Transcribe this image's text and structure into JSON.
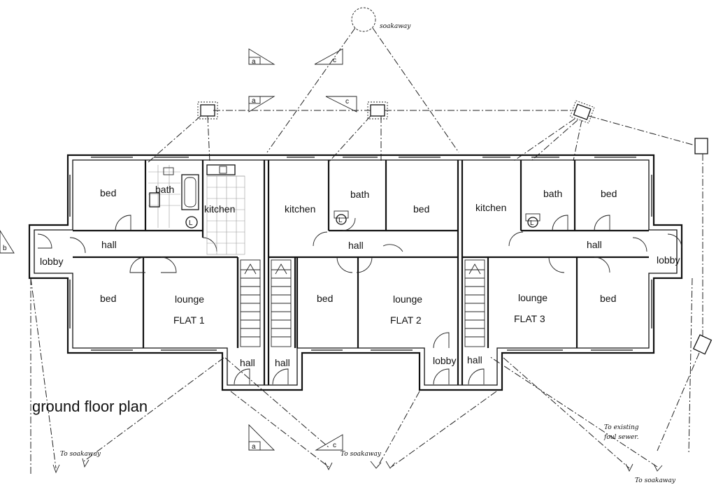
{
  "title": "ground floor plan",
  "rooms": {
    "flat1": {
      "flat_label": "FLAT 1",
      "bed_top": "bed",
      "bath": "bath",
      "kitchen": "kitchen",
      "hall": "hall",
      "lobby": "lobby",
      "bed_bottom": "bed",
      "lounge": "lounge",
      "stair_hall": "hall"
    },
    "flat2": {
      "flat_label": "FLAT 2",
      "kitchen": "kitchen",
      "bath": "bath",
      "bed_top": "bed",
      "hall": "hall",
      "bed_bottom": "bed",
      "lounge": "lounge",
      "stair_hall": "hall",
      "lobby": "lobby"
    },
    "flat3": {
      "flat_label": "FLAT 3",
      "kitchen": "kitchen",
      "bath": "bath",
      "bed_top": "bed",
      "hall": "hall",
      "lobby": "lobby",
      "lounge": "lounge",
      "bed_bottom": "bed",
      "stair_hall": "hall"
    }
  },
  "annotations": {
    "soakaway_top": "soakaway",
    "to_soakaway_left": "To soakaway",
    "to_soakaway_mid": "To soakaway",
    "to_existing_1": "To existing",
    "to_existing_2": "foul sewer.",
    "to_soakaway_right": "To soakaway"
  },
  "section_markers": {
    "a": "a",
    "b": "b",
    "c": "c"
  },
  "fixtures": {
    "wc": "L"
  }
}
